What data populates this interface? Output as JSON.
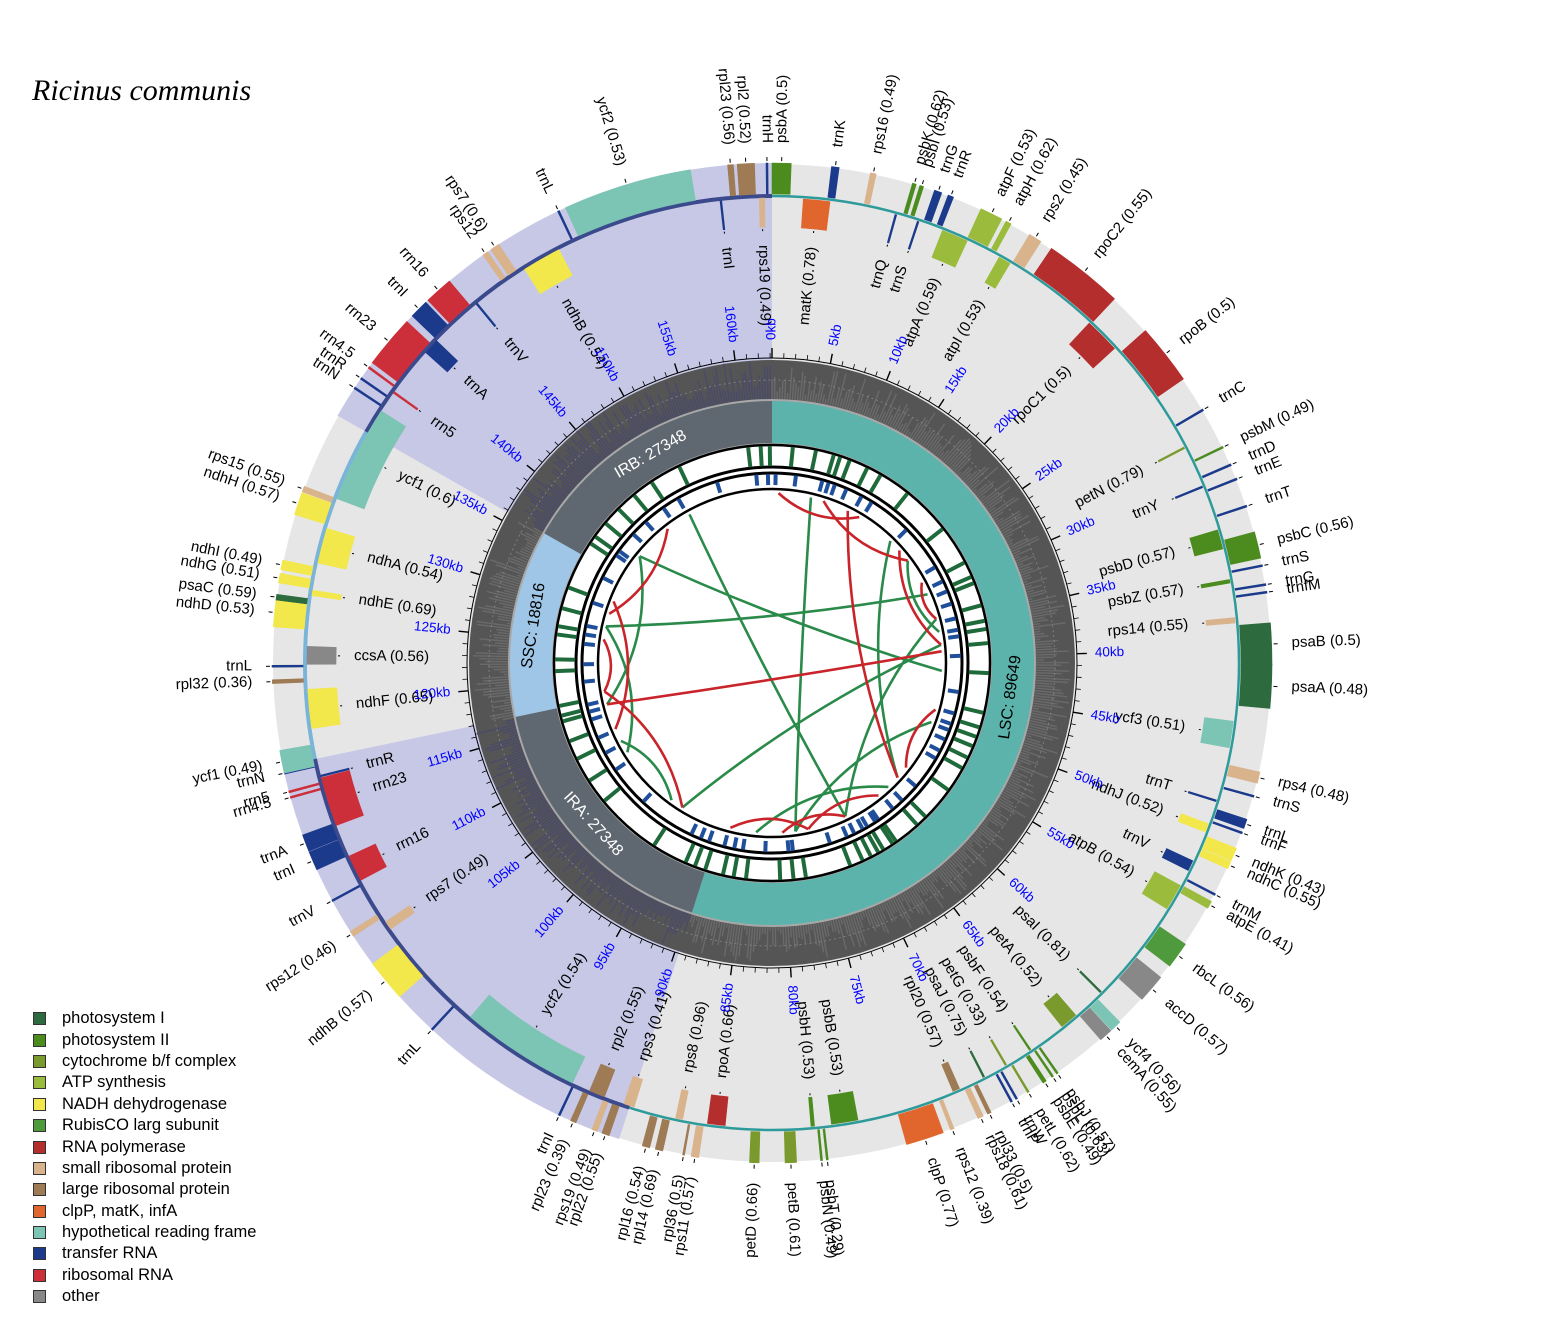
{
  "title": "Ricinus communis",
  "colors": {
    "photosystem_I": "#2d6a3e",
    "photosystem_II": "#4c8c1f",
    "cytochrome": "#7a9a2e",
    "atp": "#9bbb3c",
    "nadh": "#f2e84b",
    "rubisco": "#4f9a3c",
    "rnapol": "#b52e2e",
    "ssu": "#d9b38c",
    "lsu": "#9e7b55",
    "clp": "#e0662e",
    "ycf": "#7cc4b4",
    "trna": "#1c3a8c",
    "rrna": "#cc2f3a",
    "other": "#888888"
  },
  "legend": [
    {
      "label": "photosystem I",
      "color": "#2d6a3e"
    },
    {
      "label": "photosystem II",
      "color": "#4c8c1f"
    },
    {
      "label": "cytochrome b/f complex",
      "color": "#7a9a2e"
    },
    {
      "label": "ATP synthesis",
      "color": "#9bbb3c"
    },
    {
      "label": "NADH dehydrogenase",
      "color": "#f2e84b"
    },
    {
      "label": "RubisCO larg subunit",
      "color": "#4f9a3c"
    },
    {
      "label": "RNA polymerase",
      "color": "#b52e2e"
    },
    {
      "label": "small ribosomal protein",
      "color": "#d9b38c"
    },
    {
      "label": "large ribosomal protein",
      "color": "#9e7b55"
    },
    {
      "label": "clpP, matK, infA",
      "color": "#e0662e"
    },
    {
      "label": "hypothetical reading frame",
      "color": "#7cc4b4"
    },
    {
      "label": "transfer RNA",
      "color": "#1c3a8c"
    },
    {
      "label": "ribosomal RNA",
      "color": "#cc2f3a"
    },
    {
      "label": "other",
      "color": "#888888"
    }
  ],
  "regions": {
    "lsc": "LSC: 89649",
    "ira": "IRA: 27348",
    "ssc": "SSC: 18816",
    "irb": "IRB: 27348"
  },
  "genome_length_kb": 163161,
  "kb_ticks": [
    "0kb",
    "5kb",
    "10kb",
    "15kb",
    "20kb",
    "25kb",
    "30kb",
    "35kb",
    "40kb",
    "45kb",
    "50kb",
    "55kb",
    "60kb",
    "65kb",
    "70kb",
    "75kb",
    "80kb",
    "85kb",
    "90kb",
    "95kb",
    "100kb",
    "105kb",
    "110kb",
    "115kb",
    "120kb",
    "125kb",
    "130kb",
    "135kb",
    "140kb",
    "145kb",
    "150kb",
    "155kb",
    "160kb"
  ],
  "genes": [
    {
      "label": "psbA (0.5)",
      "pos_kb": 0.5,
      "len_kb": 1.0,
      "cat": "photosystem_II"
    },
    {
      "label": "matK (0.78)",
      "pos_kb": 2.5,
      "len_kb": 1.5,
      "cat": "clp"
    },
    {
      "label": "trnK",
      "pos_kb": 3.3,
      "len_kb": 0.4,
      "cat": "trna"
    },
    {
      "label": "rps16 (0.49)",
      "pos_kb": 5.3,
      "len_kb": 0.3,
      "cat": "ssu"
    },
    {
      "label": "trnQ",
      "pos_kb": 7.0,
      "len_kb": 0.1,
      "cat": "trna"
    },
    {
      "label": "psbK (0.62)",
      "pos_kb": 7.5,
      "len_kb": 0.2,
      "cat": "photosystem_II"
    },
    {
      "label": "psbI (0.53)",
      "pos_kb": 7.9,
      "len_kb": 0.2,
      "cat": "photosystem_II"
    },
    {
      "label": "trnS",
      "pos_kb": 8.3,
      "len_kb": 0.1,
      "cat": "trna"
    },
    {
      "label": "trnG",
      "pos_kb": 8.8,
      "len_kb": 0.4,
      "cat": "trna"
    },
    {
      "label": "trnR",
      "pos_kb": 9.5,
      "len_kb": 0.3,
      "cat": "trna"
    },
    {
      "label": "atpA (0.59)",
      "pos_kb": 10.5,
      "len_kb": 1.5,
      "cat": "atp"
    },
    {
      "label": "atpF (0.53)",
      "pos_kb": 11.8,
      "len_kb": 1.2,
      "cat": "atp"
    },
    {
      "label": "atpH (0.62)",
      "pos_kb": 12.8,
      "len_kb": 0.3,
      "cat": "atp"
    },
    {
      "label": "atpI (0.53)",
      "pos_kb": 13.6,
      "len_kb": 0.7,
      "cat": "atp"
    },
    {
      "label": "rps2 (0.45)",
      "pos_kb": 14.4,
      "len_kb": 0.7,
      "cat": "ssu"
    },
    {
      "label": "rpoC2 (0.55)",
      "pos_kb": 17.5,
      "len_kb": 4.2,
      "cat": "rnapol"
    },
    {
      "label": "rpoC1 (0.5)",
      "pos_kb": 20.5,
      "len_kb": 2.0,
      "cat": "rnapol"
    },
    {
      "label": "rpoB (0.5)",
      "pos_kb": 23.5,
      "len_kb": 3.2,
      "cat": "rnapol"
    },
    {
      "label": "trnC",
      "pos_kb": 27.0,
      "len_kb": 0.1,
      "cat": "trna"
    },
    {
      "label": "petN (0.79)",
      "pos_kb": 28.3,
      "len_kb": 0.1,
      "cat": "cytochrome"
    },
    {
      "label": "psbM (0.49)",
      "pos_kb": 29.2,
      "len_kb": 0.1,
      "cat": "photosystem_II"
    },
    {
      "label": "trnD",
      "pos_kb": 30.2,
      "len_kb": 0.1,
      "cat": "trna"
    },
    {
      "label": "trnY",
      "pos_kb": 30.7,
      "len_kb": 0.1,
      "cat": "trna"
    },
    {
      "label": "trnE",
      "pos_kb": 31.0,
      "len_kb": 0.1,
      "cat": "trna"
    },
    {
      "label": "trnT",
      "pos_kb": 32.5,
      "len_kb": 0.1,
      "cat": "trna"
    },
    {
      "label": "psbD (0.57)",
      "pos_kb": 33.8,
      "len_kb": 1.1,
      "cat": "photosystem_II"
    },
    {
      "label": "psbC (0.56)",
      "pos_kb": 34.6,
      "len_kb": 1.4,
      "cat": "photosystem_II"
    },
    {
      "label": "trnS",
      "pos_kb": 35.7,
      "len_kb": 0.1,
      "cat": "trna"
    },
    {
      "label": "psbZ (0.57)",
      "pos_kb": 36.2,
      "len_kb": 0.2,
      "cat": "photosystem_II"
    },
    {
      "label": "trnG",
      "pos_kb": 36.7,
      "len_kb": 0.1,
      "cat": "trna"
    },
    {
      "label": "trnfM",
      "pos_kb": 37.1,
      "len_kb": 0.1,
      "cat": "trna"
    },
    {
      "label": "rps14 (0.55)",
      "pos_kb": 38.4,
      "len_kb": 0.3,
      "cat": "ssu"
    },
    {
      "label": "psaB (0.5)",
      "pos_kb": 39.8,
      "len_kb": 2.2,
      "cat": "photosystem_I"
    },
    {
      "label": "psaA (0.48)",
      "pos_kb": 42.0,
      "len_kb": 2.3,
      "cat": "photosystem_I"
    },
    {
      "label": "ycf3 (0.51)",
      "pos_kb": 44.8,
      "len_kb": 1.5,
      "cat": "ycf"
    },
    {
      "label": "rps4 (0.48)",
      "pos_kb": 46.8,
      "len_kb": 0.6,
      "cat": "ssu"
    },
    {
      "label": "trnS",
      "pos_kb": 47.8,
      "len_kb": 0.1,
      "cat": "trna"
    },
    {
      "label": "trnT",
      "pos_kb": 48.6,
      "len_kb": 0.1,
      "cat": "trna"
    },
    {
      "label": "trnL",
      "pos_kb": 49.3,
      "len_kb": 0.5,
      "cat": "trna"
    },
    {
      "label": "trnF",
      "pos_kb": 49.8,
      "len_kb": 0.1,
      "cat": "trna"
    },
    {
      "label": "ndhJ (0.52)",
      "pos_kb": 50.2,
      "len_kb": 0.5,
      "cat": "nadh"
    },
    {
      "label": "ndhK (0.43)",
      "pos_kb": 51.0,
      "len_kb": 0.7,
      "cat": "nadh"
    },
    {
      "label": "ndhC (0.55)",
      "pos_kb": 51.6,
      "len_kb": 0.4,
      "cat": "nadh"
    },
    {
      "label": "trnV",
      "pos_kb": 52.5,
      "len_kb": 0.6,
      "cat": "trna"
    },
    {
      "label": "trnM",
      "pos_kb": 53.3,
      "len_kb": 0.1,
      "cat": "trna"
    },
    {
      "label": "atpE (0.41)",
      "pos_kb": 53.9,
      "len_kb": 0.4,
      "cat": "atp"
    },
    {
      "label": "atpB (0.54)",
      "pos_kb": 54.5,
      "len_kb": 1.5,
      "cat": "atp"
    },
    {
      "label": "rbcL (0.56)",
      "pos_kb": 57.0,
      "len_kb": 1.4,
      "cat": "rubisco"
    },
    {
      "label": "accD (0.57)",
      "pos_kb": 59.2,
      "len_kb": 1.5,
      "cat": "other"
    },
    {
      "label": "psaI (0.81)",
      "pos_kb": 61.2,
      "len_kb": 0.1,
      "cat": "photosystem_I"
    },
    {
      "label": "ycf4 (0.56)",
      "pos_kb": 61.9,
      "len_kb": 0.6,
      "cat": "ycf"
    },
    {
      "label": "cemA (0.55)",
      "pos_kb": 62.6,
      "len_kb": 0.7,
      "cat": "other"
    },
    {
      "label": "petA (0.52)",
      "pos_kb": 63.6,
      "len_kb": 1.0,
      "cat": "cytochrome"
    },
    {
      "label": "psbJ (0.57)",
      "pos_kb": 65.8,
      "len_kb": 0.1,
      "cat": "photosystem_II"
    },
    {
      "label": "psbL (0.63)",
      "pos_kb": 66.1,
      "len_kb": 0.1,
      "cat": "photosystem_II"
    },
    {
      "label": "psbF (0.54)",
      "pos_kb": 66.3,
      "len_kb": 0.1,
      "cat": "photosystem_II"
    },
    {
      "label": "psbE (0.49)",
      "pos_kb": 66.6,
      "len_kb": 0.2,
      "cat": "photosystem_II"
    },
    {
      "label": "petL (0.62)",
      "pos_kb": 67.6,
      "len_kb": 0.1,
      "cat": "cytochrome"
    },
    {
      "label": "petG (0.33)",
      "pos_kb": 67.9,
      "len_kb": 0.1,
      "cat": "cytochrome"
    },
    {
      "label": "trnW",
      "pos_kb": 68.3,
      "len_kb": 0.1,
      "cat": "trna"
    },
    {
      "label": "trnP",
      "pos_kb": 68.6,
      "len_kb": 0.1,
      "cat": "trna"
    },
    {
      "label": "psaJ (0.75)",
      "pos_kb": 69.3,
      "len_kb": 0.1,
      "cat": "photosystem_I"
    },
    {
      "label": "rpl33 (0.5)",
      "pos_kb": 69.9,
      "len_kb": 0.2,
      "cat": "lsu"
    },
    {
      "label": "rps18 (0.61)",
      "pos_kb": 70.4,
      "len_kb": 0.3,
      "cat": "ssu"
    },
    {
      "label": "rpl20 (0.57)",
      "pos_kb": 71.0,
      "len_kb": 0.4,
      "cat": "lsu"
    },
    {
      "label": "rps12 (0.39)",
      "pos_kb": 72.0,
      "len_kb": 0.2,
      "cat": "ssu"
    },
    {
      "label": "clpP (0.77)",
      "pos_kb": 73.5,
      "len_kb": 2.0,
      "cat": "clp"
    },
    {
      "label": "psbB (0.53)",
      "pos_kb": 77.5,
      "len_kb": 1.5,
      "cat": "photosystem_II"
    },
    {
      "label": "psbT (0.29)",
      "pos_kb": 78.7,
      "len_kb": 0.1,
      "cat": "photosystem_II"
    },
    {
      "label": "psbN (0.49)",
      "pos_kb": 79.0,
      "len_kb": 0.1,
      "cat": "photosystem_II"
    },
    {
      "label": "psbH (0.53)",
      "pos_kb": 79.3,
      "len_kb": 0.2,
      "cat": "photosystem_II"
    },
    {
      "label": "petB (0.61)",
      "pos_kb": 80.6,
      "len_kb": 0.6,
      "cat": "cytochrome"
    },
    {
      "label": "petD (0.66)",
      "pos_kb": 82.5,
      "len_kb": 0.5,
      "cat": "cytochrome"
    },
    {
      "label": "rpoA (0.66)",
      "pos_kb": 84.7,
      "len_kb": 1.0,
      "cat": "rnapol"
    },
    {
      "label": "rps11 (0.57)",
      "pos_kb": 85.6,
      "len_kb": 0.4,
      "cat": "ssu"
    },
    {
      "label": "rpl36 (0.5)",
      "pos_kb": 86.2,
      "len_kb": 0.1,
      "cat": "lsu"
    },
    {
      "label": "rps8 (0.96)",
      "pos_kb": 86.8,
      "len_kb": 0.4,
      "cat": "ssu"
    },
    {
      "label": "rpl14 (0.69)",
      "pos_kb": 87.5,
      "len_kb": 0.4,
      "cat": "lsu"
    },
    {
      "label": "rpl16 (0.54)",
      "pos_kb": 88.2,
      "len_kb": 0.4,
      "cat": "lsu"
    },
    {
      "label": "rps3 (0.41)",
      "pos_kb": 89.7,
      "len_kb": 0.6,
      "cat": "ssu"
    },
    {
      "label": "rpl22 (0.55)",
      "pos_kb": 90.4,
      "len_kb": 0.4,
      "cat": "lsu"
    },
    {
      "label": "rps19 (0.49)",
      "pos_kb": 91.0,
      "len_kb": 0.3,
      "cat": "ssu"
    },
    {
      "label": "rpl2 (0.55)",
      "pos_kb": 91.6,
      "len_kb": 0.9,
      "cat": "lsu"
    },
    {
      "label": "rpl23 (0.39)",
      "pos_kb": 92.2,
      "len_kb": 0.3,
      "cat": "lsu"
    },
    {
      "label": "trnI",
      "pos_kb": 93.0,
      "len_kb": 0.1,
      "cat": "trna"
    },
    {
      "label": "ycf2 (0.54)",
      "pos_kb": 96.5,
      "len_kb": 6.8,
      "cat": "ycf"
    },
    {
      "label": "trnL",
      "pos_kb": 101.0,
      "len_kb": 0.1,
      "cat": "trna"
    },
    {
      "label": "ndhB (0.57)",
      "pos_kb": 104.5,
      "len_kb": 2.2,
      "cat": "nadh"
    },
    {
      "label": "rps7 (0.49)",
      "pos_kb": 106.8,
      "len_kb": 0.5,
      "cat": "ssu"
    },
    {
      "label": "rps12 (0.46)",
      "pos_kb": 107.5,
      "len_kb": 0.3,
      "cat": "ssu"
    },
    {
      "label": "trnV",
      "pos_kb": 109.5,
      "len_kb": 0.1,
      "cat": "trna"
    },
    {
      "label": "rrn16",
      "pos_kb": 110.5,
      "len_kb": 1.5,
      "cat": "rrna"
    },
    {
      "label": "trnI",
      "pos_kb": 111.8,
      "len_kb": 1.0,
      "cat": "trna"
    },
    {
      "label": "trnA",
      "pos_kb": 112.8,
      "len_kb": 0.9,
      "cat": "trna"
    },
    {
      "label": "rrn23",
      "pos_kb": 114.5,
      "len_kb": 2.8,
      "cat": "rrna"
    },
    {
      "label": "rrn4.5",
      "pos_kb": 115.3,
      "len_kb": 0.1,
      "cat": "rrna"
    },
    {
      "label": "rrn5",
      "pos_kb": 115.6,
      "len_kb": 0.1,
      "cat": "rrna"
    },
    {
      "label": "trnR",
      "pos_kb": 116.0,
      "len_kb": 0.1,
      "cat": "trna"
    },
    {
      "label": "trnN",
      "pos_kb": 116.6,
      "len_kb": 0.1,
      "cat": "trna"
    },
    {
      "label": "ycf1 (0.49)",
      "pos_kb": 117.2,
      "len_kb": 1.2,
      "cat": "ycf"
    },
    {
      "label": "ndhF (0.65)",
      "pos_kb": 119.8,
      "len_kb": 2.2,
      "cat": "nadh"
    },
    {
      "label": "rpl32 (0.36)",
      "pos_kb": 121.4,
      "len_kb": 0.2,
      "cat": "lsu"
    },
    {
      "label": "trnL",
      "pos_kb": 122.2,
      "len_kb": 0.1,
      "cat": "trna"
    },
    {
      "label": "ccsA (0.56)",
      "pos_kb": 122.8,
      "len_kb": 1.0,
      "cat": "other"
    },
    {
      "label": "ndhD (0.53)",
      "pos_kb": 125.0,
      "len_kb": 1.5,
      "cat": "nadh"
    },
    {
      "label": "psaC (0.59)",
      "pos_kb": 125.8,
      "len_kb": 0.3,
      "cat": "photosystem_I"
    },
    {
      "label": "ndhE (0.69)",
      "pos_kb": 126.3,
      "len_kb": 0.3,
      "cat": "nadh"
    },
    {
      "label": "ndhG (0.51)",
      "pos_kb": 126.8,
      "len_kb": 0.5,
      "cat": "nadh"
    },
    {
      "label": "ndhI (0.49)",
      "pos_kb": 127.5,
      "len_kb": 0.5,
      "cat": "nadh"
    },
    {
      "label": "ndhA (0.54)",
      "pos_kb": 129.0,
      "len_kb": 2.0,
      "cat": "nadh"
    },
    {
      "label": "ndhH (0.57)",
      "pos_kb": 130.8,
      "len_kb": 1.2,
      "cat": "nadh"
    },
    {
      "label": "rps15 (0.55)",
      "pos_kb": 131.6,
      "len_kb": 0.3,
      "cat": "ssu"
    },
    {
      "label": "ycf1 (0.6)",
      "pos_kb": 134.5,
      "len_kb": 5.5,
      "cat": "ycf"
    },
    {
      "label": "trnN",
      "pos_kb": 137.5,
      "len_kb": 0.1,
      "cat": "trna"
    },
    {
      "label": "trnR",
      "pos_kb": 138.1,
      "len_kb": 0.1,
      "cat": "trna"
    },
    {
      "label": "rrn5",
      "pos_kb": 138.5,
      "len_kb": 0.1,
      "cat": "rrna"
    },
    {
      "label": "rrn4.5",
      "pos_kb": 138.8,
      "len_kb": 0.1,
      "cat": "rrna"
    },
    {
      "label": "rrn23",
      "pos_kb": 140.5,
      "len_kb": 2.8,
      "cat": "rrna"
    },
    {
      "label": "trnA",
      "pos_kb": 141.8,
      "len_kb": 0.9,
      "cat": "trna"
    },
    {
      "label": "trnI",
      "pos_kb": 142.8,
      "len_kb": 1.0,
      "cat": "trna"
    },
    {
      "label": "rrn16",
      "pos_kb": 144.2,
      "len_kb": 1.5,
      "cat": "rrna"
    },
    {
      "label": "trnV",
      "pos_kb": 145.3,
      "len_kb": 0.1,
      "cat": "trna"
    },
    {
      "label": "rps12",
      "pos_kb": 147.3,
      "len_kb": 0.3,
      "cat": "ssu"
    },
    {
      "label": "rps7 (0.6)",
      "pos_kb": 147.9,
      "len_kb": 0.5,
      "cat": "ssu"
    },
    {
      "label": "ndhB (0.54)",
      "pos_kb": 149.7,
      "len_kb": 2.2,
      "cat": "nadh"
    },
    {
      "label": "trnL",
      "pos_kb": 151.7,
      "len_kb": 0.1,
      "cat": "trna"
    },
    {
      "label": "ycf2 (0.53)",
      "pos_kb": 155.5,
      "len_kb": 6.8,
      "cat": "ycf"
    },
    {
      "label": "trnI",
      "pos_kb": 160.3,
      "len_kb": 0.1,
      "cat": "trna"
    },
    {
      "label": "rpl23 (0.56)",
      "pos_kb": 161.0,
      "len_kb": 0.3,
      "cat": "lsu"
    },
    {
      "label": "rpl2 (0.52)",
      "pos_kb": 161.8,
      "len_kb": 0.9,
      "cat": "lsu"
    },
    {
      "label": "rps19 (0.49)",
      "pos_kb": 162.6,
      "len_kb": 0.3,
      "cat": "ssu"
    },
    {
      "label": "trnH",
      "pos_kb": 162.9,
      "len_kb": 0.1,
      "cat": "trna"
    }
  ],
  "repeats": [
    {
      "a": 6,
      "b": 78,
      "type": "forward"
    },
    {
      "a": 20,
      "b": 60,
      "type": "forward"
    },
    {
      "a": 24,
      "b": 36,
      "type": "forward"
    },
    {
      "a": 30,
      "b": 128,
      "type": "forward"
    },
    {
      "a": 34,
      "b": 70,
      "type": "forward"
    },
    {
      "a": 38,
      "b": 96,
      "type": "forward"
    },
    {
      "a": 42,
      "b": 140,
      "type": "forward"
    },
    {
      "a": 50,
      "b": 78,
      "type": "forward"
    },
    {
      "a": 62,
      "b": 84,
      "type": "forward"
    },
    {
      "a": 70,
      "b": 150,
      "type": "forward"
    },
    {
      "a": 98,
      "b": 110,
      "type": "forward"
    },
    {
      "a": 108,
      "b": 128,
      "type": "forward"
    },
    {
      "a": 116,
      "b": 140,
      "type": "forward"
    },
    {
      "a": 8,
      "b": 24,
      "type": "palindromic"
    },
    {
      "a": 12,
      "b": 60,
      "type": "palindromic"
    },
    {
      "a": 22,
      "b": 38,
      "type": "palindromic"
    },
    {
      "a": 28,
      "b": 34,
      "type": "palindromic"
    },
    {
      "a": 39,
      "b": 116,
      "type": "palindromic"
    },
    {
      "a": 48,
      "b": 58,
      "type": "palindromic"
    },
    {
      "a": 64,
      "b": 76,
      "type": "palindromic"
    },
    {
      "a": 70,
      "b": 80,
      "type": "palindromic"
    },
    {
      "a": 76,
      "b": 88,
      "type": "palindromic"
    },
    {
      "a": 96,
      "b": 118,
      "type": "palindromic"
    },
    {
      "a": 112,
      "b": 132,
      "type": "palindromic"
    },
    {
      "a": 118,
      "b": 126,
      "type": "palindromic"
    },
    {
      "a": 130,
      "b": 146,
      "type": "palindromic"
    },
    {
      "a": 1,
      "b": 14,
      "type": "palindromic"
    }
  ]
}
